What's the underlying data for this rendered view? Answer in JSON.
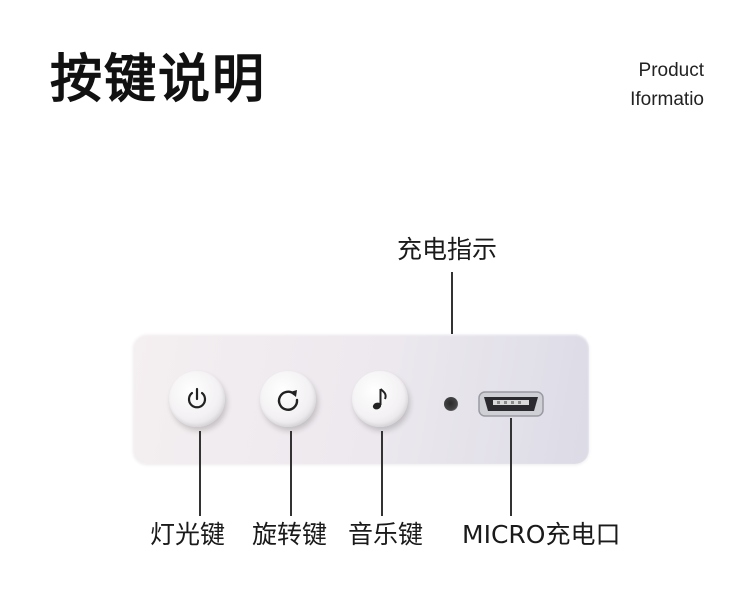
{
  "header": {
    "title": "按键说明",
    "subtitle_line1": "Product",
    "subtitle_line2": "Iformatio"
  },
  "buttons": [
    {
      "icon": "power-icon",
      "label": "灯光键"
    },
    {
      "icon": "rotate-icon",
      "label": "旋转键"
    },
    {
      "icon": "music-note-icon",
      "label": "音乐键"
    }
  ],
  "indicator": {
    "label": "充电指示"
  },
  "port": {
    "label": "MICRO充电口"
  }
}
